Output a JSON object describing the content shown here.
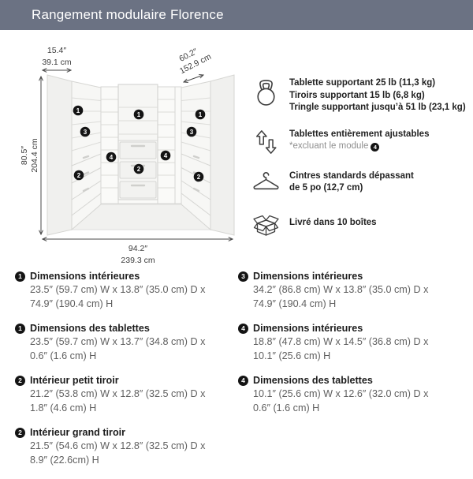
{
  "header": {
    "title": "Rangement modulaire Florence"
  },
  "colors": {
    "header_bg": "#6b7283",
    "badge": "#141414",
    "dim_text": "#3c3c3c"
  },
  "badges": {
    "one": "1",
    "two": "2",
    "three": "3",
    "four": "4"
  },
  "diagram": {
    "side_depth": {
      "imperial": "15.4″",
      "metric": "39.1 cm"
    },
    "opening": {
      "imperial": "60.2″",
      "metric": "152.9 cm"
    },
    "height": {
      "imperial": "80.5″",
      "metric": "204.4 cm"
    },
    "total_width": {
      "imperial": "94.2″",
      "metric": "239.3 cm"
    }
  },
  "features": [
    {
      "icon": "kettlebell-icon",
      "line1": "Tablette supportant 25 lb (11,3 kg)",
      "line2": "Tiroirs supportant 15 lb (6,8 kg)",
      "line3": "Tringle supportant jusqu’à 51 lb (23,1 kg)"
    },
    {
      "icon": "adjustable-shelves-icon",
      "line1": "Tablettes entièrement ajustables",
      "note": "*excluant le module",
      "note_badge": "4"
    },
    {
      "icon": "hanger-icon",
      "line1": "Cintres standards dépassant",
      "line2": "de 5 po (12,7 cm)"
    },
    {
      "icon": "shipping-box-icon",
      "line1": "Livré dans 10 boîtes"
    }
  ],
  "specs_left": [
    {
      "badge": "1",
      "title": "Dimensions intérieures",
      "line1": "23.5″ (59.7 cm) W x 13.8″ (35.0 cm) D x",
      "line2": "74.9″ (190.4 cm) H"
    },
    {
      "badge": "1",
      "title": "Dimensions des tablettes",
      "line1": "23.5″ (59.7 cm) W x 13.7″ (34.8 cm) D x",
      "line2": "0.6″ (1.6 cm) H"
    },
    {
      "badge": "2",
      "title": "Intérieur petit tiroir",
      "line1": "21.2″ (53.8 cm) W x 12.8″ (32.5 cm) D x",
      "line2": "1.8″ (4.6 cm) H"
    },
    {
      "badge": "2",
      "title": "Intérieur grand tiroir",
      "line1": "21.5″ (54.6 cm) W x 12.8″ (32.5 cm) D x",
      "line2": "8.9″ (22.6cm) H"
    }
  ],
  "specs_right": [
    {
      "badge": "3",
      "title": "Dimensions intérieures",
      "line1": "34.2″ (86.8 cm) W x 13.8″ (35.0 cm) D x",
      "line2": "74.9″ (190.4 cm) H"
    },
    {
      "badge": "4",
      "title": "Dimensions intérieures",
      "line1": "18.8″ (47.8 cm) W x 14.5″ (36.8 cm) D x",
      "line2": "10.1″ (25.6 cm) H"
    },
    {
      "badge": "4",
      "title": "Dimensions des tablettes",
      "line1": "10.1″ (25.6 cm) W x 12.6″ (32.0 cm) D x",
      "line2": "0.6″ (1.6 cm) H"
    }
  ]
}
